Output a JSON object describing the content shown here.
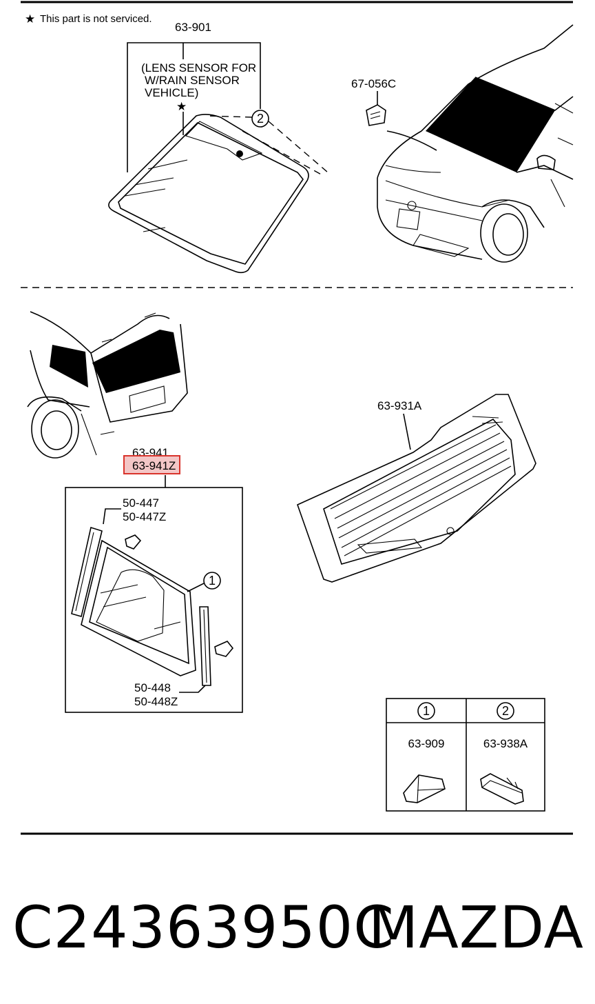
{
  "note": {
    "symbol": "★",
    "text": "This part is not serviced."
  },
  "windshield": {
    "part_number": "63-901",
    "sensor_note_lines": [
      "(LENS SENSOR FOR",
      "W/RAIN SENSOR",
      "VEHICLE)"
    ],
    "callout": "2",
    "star": "★"
  },
  "wiper_clip": {
    "part_number": "67-056C"
  },
  "quarter_glass": {
    "part_numbers": [
      "63-941",
      "63-941Z"
    ],
    "highlighted": "63-941Z",
    "callout": "1",
    "molding_front": [
      "50-447",
      "50-447Z"
    ],
    "molding_rear": [
      "50-448",
      "50-448Z"
    ]
  },
  "rear_glass": {
    "part_number": "63-931A"
  },
  "legend": {
    "headers": [
      "1",
      "2"
    ],
    "parts": [
      "63-909",
      "63-938A"
    ]
  },
  "footer": {
    "part_code": "C24363950C",
    "brand": "MAZDA"
  },
  "colors": {
    "highlight_border": "#d9332b",
    "highlight_fill": "#f3c6c6",
    "ink": "#000000"
  }
}
